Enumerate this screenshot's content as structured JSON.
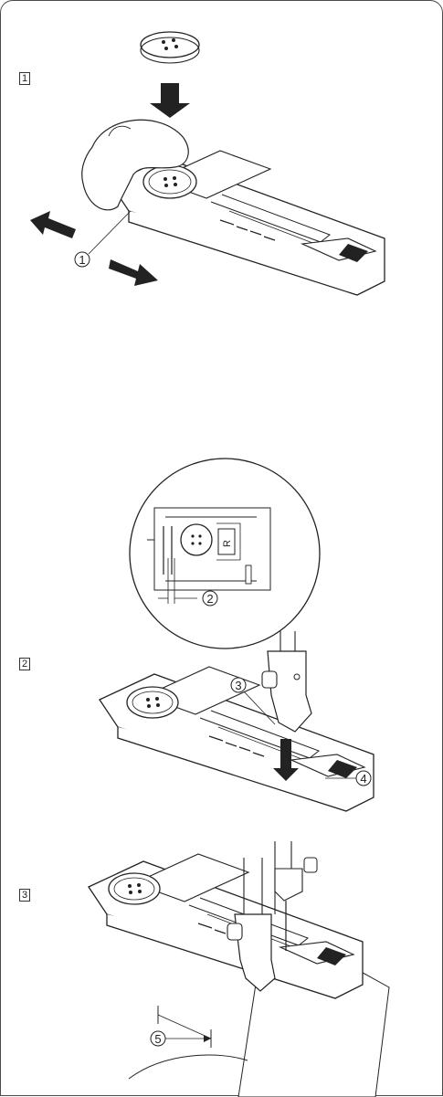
{
  "steps": [
    {
      "number": "1"
    },
    {
      "number": "2"
    },
    {
      "number": "3"
    }
  ],
  "callouts": {
    "c1": "1",
    "c2": "2",
    "c3": "3",
    "c4": "4",
    "c5": "5"
  },
  "detail_marking": "R"
}
